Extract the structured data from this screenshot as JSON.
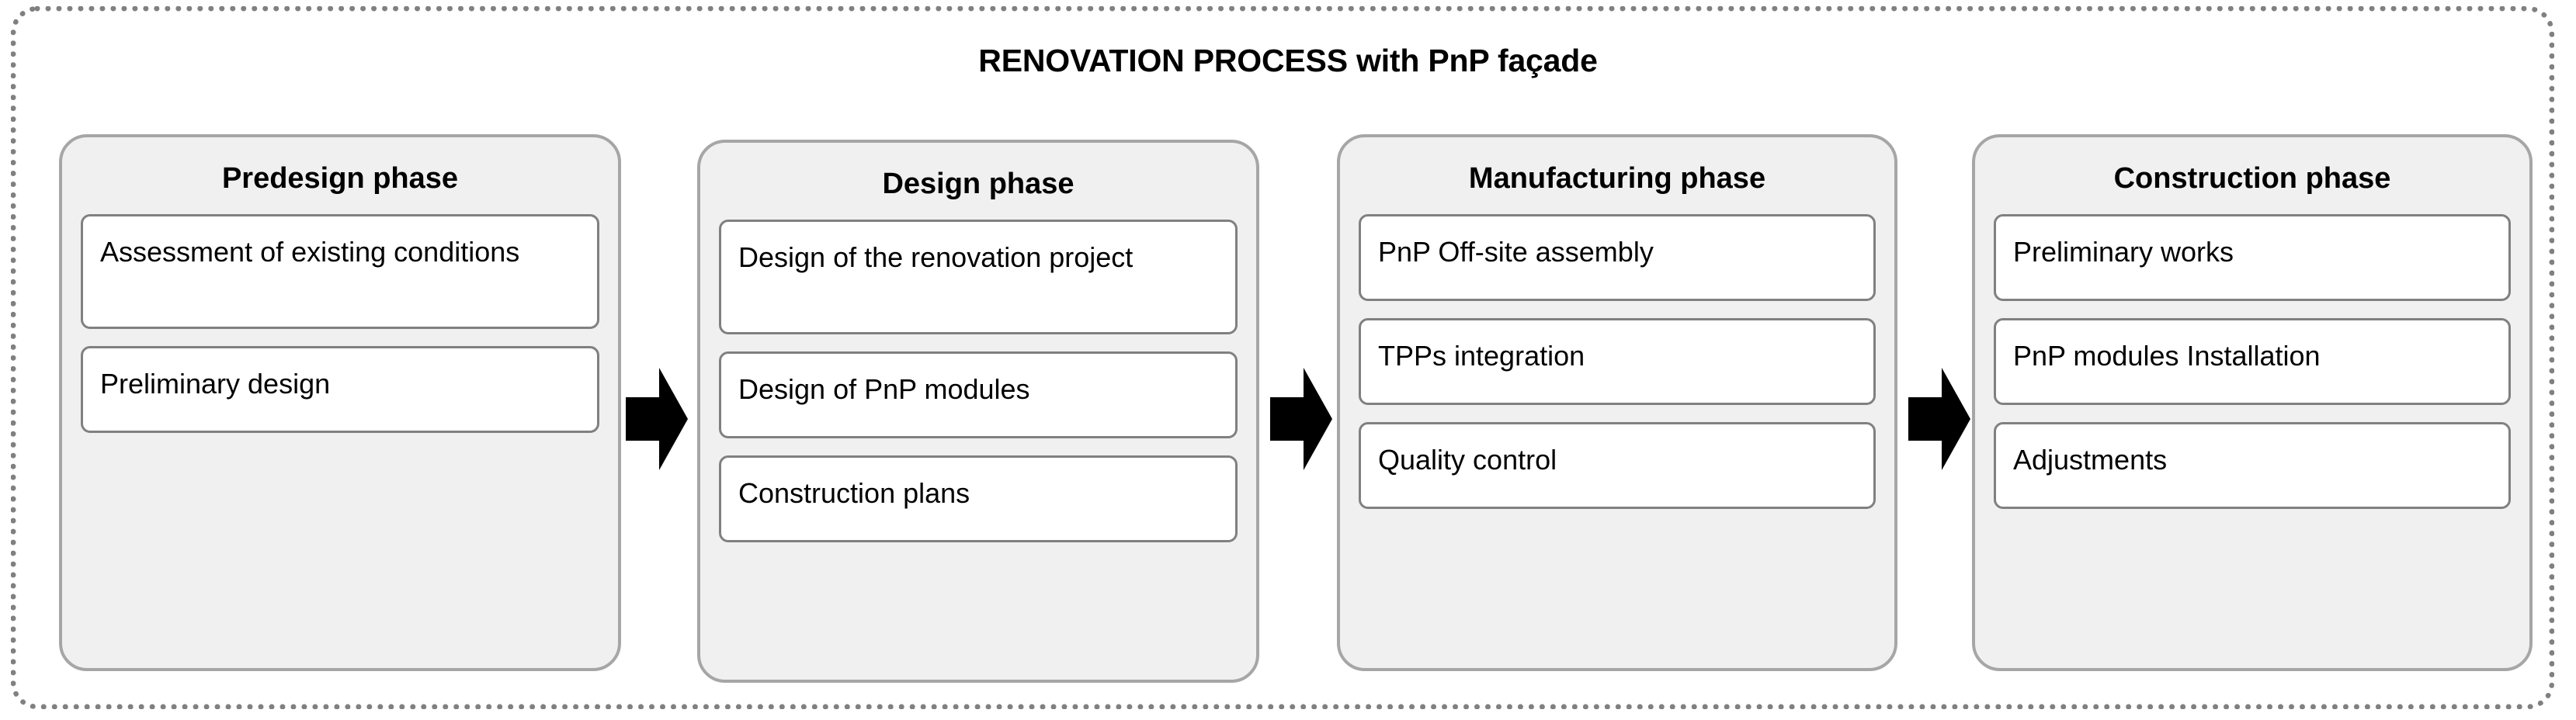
{
  "diagram": {
    "title": "RENOVATION PROCESS with PnP façade",
    "outer_border_color": "#808080",
    "phase_fill_color": "#f0f0f0",
    "phase_border_color": "#a6a6a6",
    "card_fill_color": "#ffffff",
    "card_border_color": "#808080",
    "arrow_color": "#000000",
    "arrow_icon_name": "right-block-arrow-icon"
  },
  "phases": [
    {
      "title": "Predesign phase",
      "items": [
        "Assessment of existing conditions",
        "Preliminary design"
      ]
    },
    {
      "title": "Design phase",
      "items": [
        "Design of the renovation project",
        "Design of PnP modules",
        "Construction plans"
      ]
    },
    {
      "title": "Manufacturing phase",
      "items": [
        "PnP Off-site assembly",
        "TPPs integration",
        "Quality control"
      ]
    },
    {
      "title": "Construction phase",
      "items": [
        "Preliminary works",
        "PnP modules Installation",
        "Adjustments"
      ]
    }
  ],
  "connectors": [
    {
      "from": "Predesign phase",
      "to": "Design phase",
      "label": ""
    },
    {
      "from": "Design phase",
      "to": "Manufacturing phase",
      "label": ""
    },
    {
      "from": "Manufacturing phase",
      "to": "Construction phase",
      "label": ""
    }
  ]
}
